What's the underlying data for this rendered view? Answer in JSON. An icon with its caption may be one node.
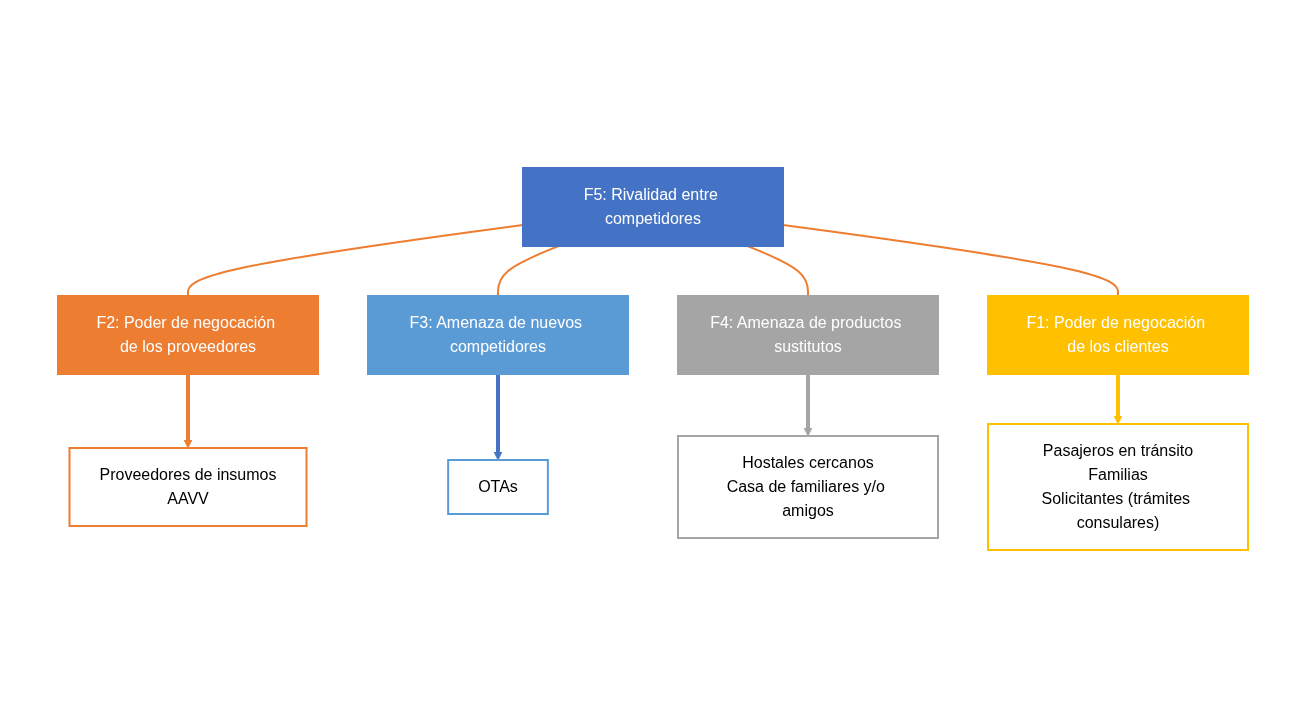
{
  "diagram": {
    "nodes": [
      {
        "text": [
          "Proveedores de insumos",
          "AAVV"
        ]
      },
      {
        "text": [
          "F2: Poder de negocación de los proveedores"
        ]
      },
      {
        "text": [
          "OTAs"
        ]
      },
      {
        "text": [
          "F3: Amenaza de nuevos competidores"
        ]
      },
      {
        "text": [
          "F5: Rivalidad entre competidores"
        ]
      },
      {
        "text": [
          "F4: Amenaza de productos sustitutos"
        ]
      },
      {
        "text": [
          "Hostales cercanos",
          "Casa de familiares y/o amigos"
        ]
      },
      {
        "text": [
          "F1: Poder de negocación de los clientes"
        ]
      },
      {
        "text": [
          "Pasajeros en tránsito",
          "Familias",
          "Solicitantes (trámites consulares)"
        ]
      }
    ],
    "edges": [
      {
        "from": 1,
        "to": 0,
        "arrow": "to",
        "style": "thick"
      },
      {
        "from": 4,
        "to": 1,
        "arrow": "none"
      },
      {
        "from": 3,
        "to": 2,
        "arrow": "to",
        "style": "thick",
        "color": "#4472c4"
      },
      {
        "from": 4,
        "to": 3,
        "arrow": "none"
      },
      {
        "from": 4,
        "to": 5,
        "arrow": "none"
      },
      {
        "from": 5,
        "to": 6,
        "arrow": "to",
        "style": "thick",
        "color": "#a5a5a5"
      },
      {
        "from": 4,
        "to": 7,
        "arrow": "none"
      },
      {
        "from": 7,
        "to": 8,
        "arrow": "to",
        "style": "thick",
        "color": "#ffc000"
      }
    ]
  }
}
